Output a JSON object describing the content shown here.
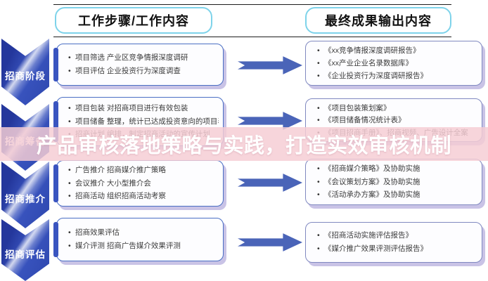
{
  "title_overlay": {
    "text": "产品审核落地策略与实践，打造实效审核机制"
  },
  "headers": {
    "left": "工作步骤/工作内容",
    "right": "最终成果输出内容"
  },
  "stages": [
    {
      "label": "招商阶段",
      "work_items": [
        "项目筛选 产业区竞争情报深度调研",
        "项目评估 企业投资行为深度调查"
      ],
      "outputs": [
        "《xx竞争情报深度调研报告》",
        "《xx产业企业名录数据库》",
        "《企业投资行为深度调研报告》"
      ]
    },
    {
      "label": "招商筹备",
      "work_items": [
        "项目包装 对招商项目进行有效包装",
        "项目储备 整理，统计已达成投资意向的项目表",
        "招商计划 编排，制定招商活动的宣传计划"
      ],
      "outputs": [
        "《项目包装策划案》",
        "《项目储备情况统计表》",
        "《项目招商手册》、招商视频、广告设计全案"
      ]
    },
    {
      "label": "招商推介",
      "work_items": [
        "广告推介 招商媒介推广策略",
        "会议推介 大小型推介会",
        "招商活动 组织招商活动考察"
      ],
      "outputs": [
        "《招商媒介策略》及协助实施",
        "《会议策划方案》及协助实施",
        "《活动承办方案》及协助实施"
      ]
    },
    {
      "label": "招商评估",
      "work_items": [
        "招商效果评估",
        "媒介评测 招商广告媒介效果评测"
      ],
      "outputs": [
        "《招商活动实施评估报告》",
        "《媒介推广效果评测评估报告》"
      ]
    }
  ],
  "icons": {
    "stage_shape": "down-chevron-arrow",
    "flow_arrow": "right-block-arrow"
  },
  "colors": {
    "stage_blue": "#3a55c0",
    "arrow_blue": "#4a64b8",
    "header_border": "#7ed3ea",
    "mid_box_border": "#4a6fc4",
    "right_box_border": "#8089c0",
    "shadow_lavender": "#c9c3e6",
    "overlay_band": "#f6ced4",
    "overlay_text": "#ffffff"
  }
}
